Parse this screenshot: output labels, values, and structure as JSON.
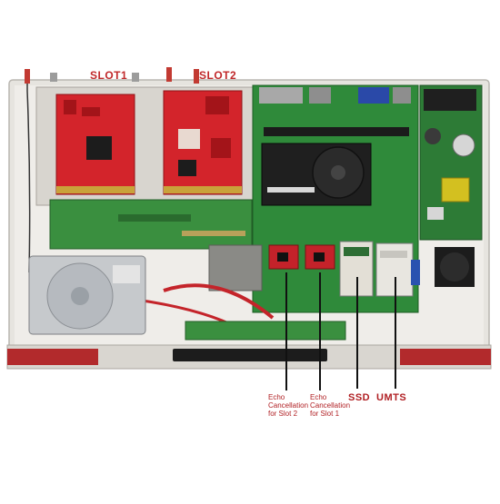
{
  "labels": {
    "slot1": "SLOT1",
    "slot2": "SLOT2",
    "echo_slot2_line1": "Echo",
    "echo_slot2_line2": "Cancellation",
    "echo_slot2_line3": "for Slot 2",
    "echo_slot1_line1": "Echo",
    "echo_slot1_line2": "Cancellation",
    "echo_slot1_line3": "for Slot 1",
    "ssd": "SSD",
    "umts": "UMTS"
  },
  "colors": {
    "label_red": "#c0282a",
    "chassis": "#e9e7e3",
    "board_green": "#2f8a3a",
    "card_red": "#d3242b"
  }
}
